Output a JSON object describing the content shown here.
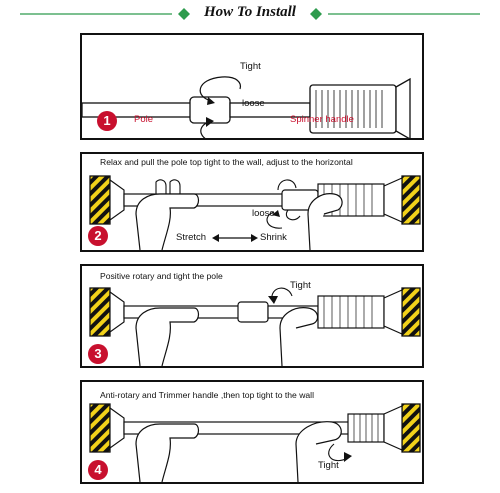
{
  "header": {
    "title": "How To Install"
  },
  "colors": {
    "accent_red": "#c8102e",
    "diamond_green": "#2e9b4d",
    "hazard_yellow": "#f2d21a"
  },
  "steps": [
    {
      "number": "1",
      "labels": {
        "tight": "Tight",
        "loose": "loose",
        "pole": "Pole",
        "handle": "Spinner handle"
      }
    },
    {
      "number": "2",
      "caption": "Relax and pull the pole top tight to the wall, adjust to the horizontal",
      "labels": {
        "loose": "loose",
        "stretch": "Stretch",
        "shrink": "Shrink"
      }
    },
    {
      "number": "3",
      "caption": "Positive rotary and tight the pole",
      "labels": {
        "tight": "Tight"
      }
    },
    {
      "number": "4",
      "caption": "Anti-rotary and Trimmer handle ,then top tight to the wall",
      "labels": {
        "tight": "Tight"
      }
    }
  ]
}
